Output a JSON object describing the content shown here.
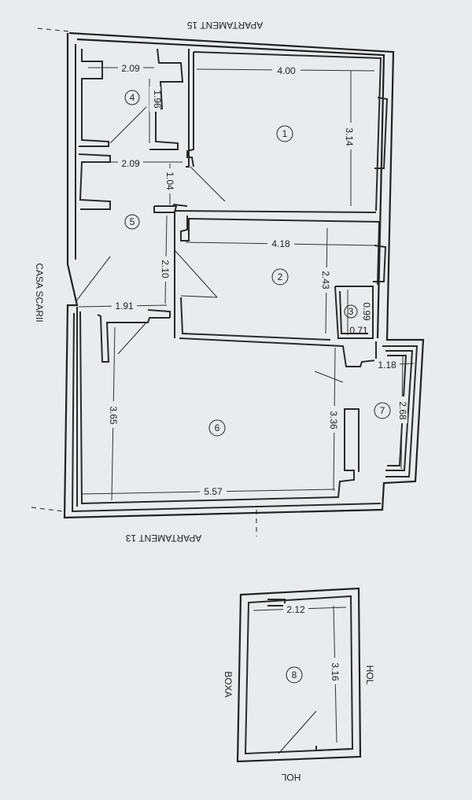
{
  "labels": {
    "top_neighbor": "APARTAMENT 15",
    "bottom_neighbor": "APARTAMENT 13",
    "stairwell": "CASA SCARII",
    "storage": "BOXA",
    "hall_right": "HOL",
    "hall_bottom": "HOL"
  },
  "rooms": [
    "1",
    "2",
    "3",
    "4",
    "5",
    "6",
    "7",
    "8"
  ],
  "dimensions": {
    "r4_width": "2.09",
    "r4_height": "1.96",
    "r1_width": "4.00",
    "r1_height": "3.14",
    "r5_width": "2.09",
    "r5_door": "1.04",
    "r2_width": "4.18",
    "r2_height": "2.43",
    "r5_height": "2.10",
    "r5_hall": "1.91",
    "r3_a": "0.99",
    "r3_b": "0.71",
    "r7_width": "1.18",
    "r7_height": "2.68",
    "r6_height_left": "3.65",
    "r6_height_right": "3.36",
    "r6_width": "5.57",
    "r8_width": "2.12",
    "r8_height": "3.16"
  }
}
